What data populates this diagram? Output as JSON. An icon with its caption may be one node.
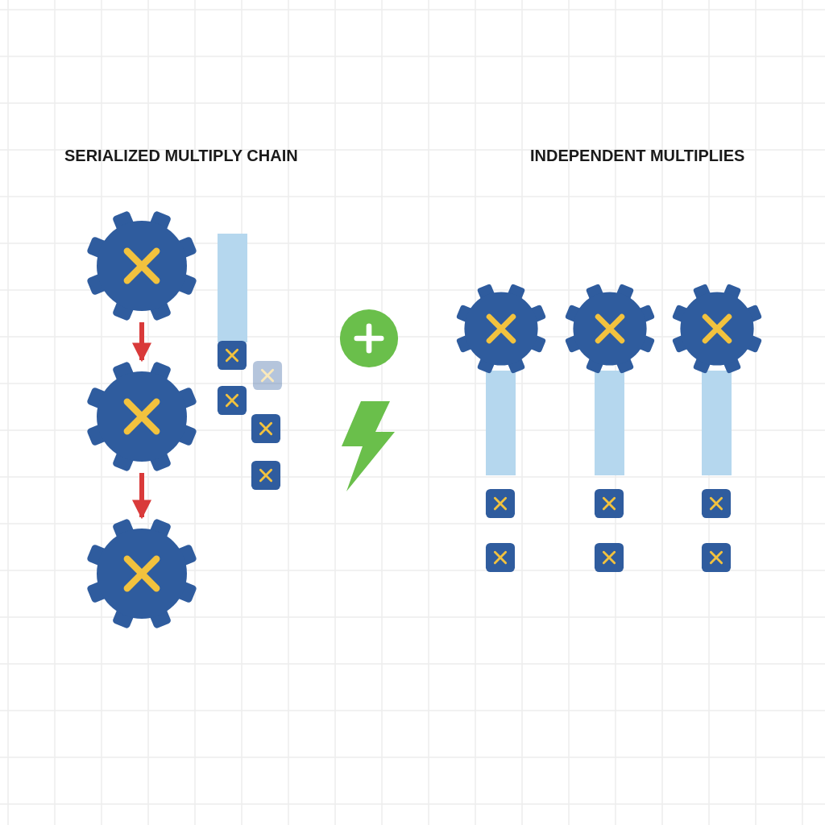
{
  "diagram": {
    "nodes": [
      {
        "text": [],
        "shape": "gear"
      },
      {
        "text": [],
        "shape": "gear"
      },
      {
        "text": [],
        "shape": "gear"
      },
      {
        "text": [],
        "shape": "gear"
      },
      {
        "text": [],
        "shape": "gear"
      },
      {
        "text": [],
        "shape": "gear"
      },
      {
        "text": [],
        "shape": "bar"
      },
      {
        "text": [],
        "shape": "bar"
      },
      {
        "text": [],
        "shape": "bar"
      },
      {
        "text": [],
        "shape": "bar"
      }
    ],
    "edges": [
      {
        "from": 0,
        "to": 1,
        "arrow": "to"
      },
      {
        "from": 1,
        "to": 2,
        "arrow": "to"
      }
    ],
    "labels": [
      "SERIALIZED MULTIPLY CHAIN",
      "INDEPENDENT MULTIPLIES"
    ]
  }
}
